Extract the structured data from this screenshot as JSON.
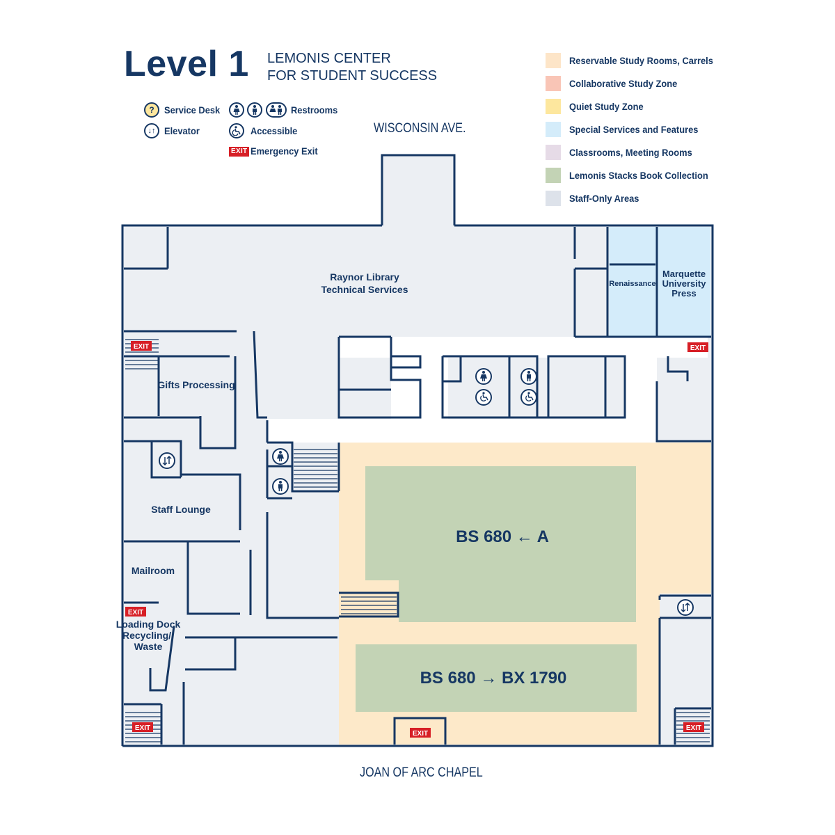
{
  "header": {
    "level": "Level 1",
    "subtitle_line1": "LEMONIS CENTER",
    "subtitle_line2": "FOR STUDENT SUCCESS"
  },
  "icon_legend": {
    "service_desk": "Service Desk",
    "restrooms": "Restrooms",
    "elevator": "Elevator",
    "accessible": "Accessible",
    "emergency_exit": "Emergency Exit",
    "exit_badge": "EXIT"
  },
  "zone_legend": [
    {
      "label": "Reservable Study Rooms, Carrels",
      "color": "#fde5c8"
    },
    {
      "label": "Collaborative Study Zone",
      "color": "#f9c5b6"
    },
    {
      "label": "Quiet Study Zone",
      "color": "#fde79e"
    },
    {
      "label": "Special Services and Features",
      "color": "#d4ecfa"
    },
    {
      "label": "Classrooms, Meeting Rooms",
      "color": "#e6dbe7"
    },
    {
      "label": "Lemonis Stacks Book Collection",
      "color": "#c3d3b5"
    },
    {
      "label": "Staff-Only Areas",
      "color": "#dde2ea"
    }
  ],
  "streets": {
    "north": "WISCONSIN AVE.",
    "south": "JOAN OF ARC CHAPEL"
  },
  "rooms": {
    "raynor_line1": "Raynor Library",
    "raynor_line2": "Technical Services",
    "renaissance": "Renaissance",
    "press_line1": "Marquette",
    "press_line2": "University",
    "press_line3": "Press",
    "gifts": "Gifts Processing",
    "staff_lounge": "Staff Lounge",
    "mailroom": "Mailroom",
    "loading_line1": "Loading Dock",
    "loading_line2": "Recycling/",
    "loading_line3": "Waste",
    "stacks_a": "BS 680  ← A",
    "stacks_b": "BS 680 → BX 1790"
  },
  "colors": {
    "wall": "#163763",
    "staff_area": "#eceff3",
    "reservable": "#fde9c9",
    "stacks": "#c3d3b5",
    "special": "#d4ecfa",
    "exit_red": "#d71f26"
  }
}
